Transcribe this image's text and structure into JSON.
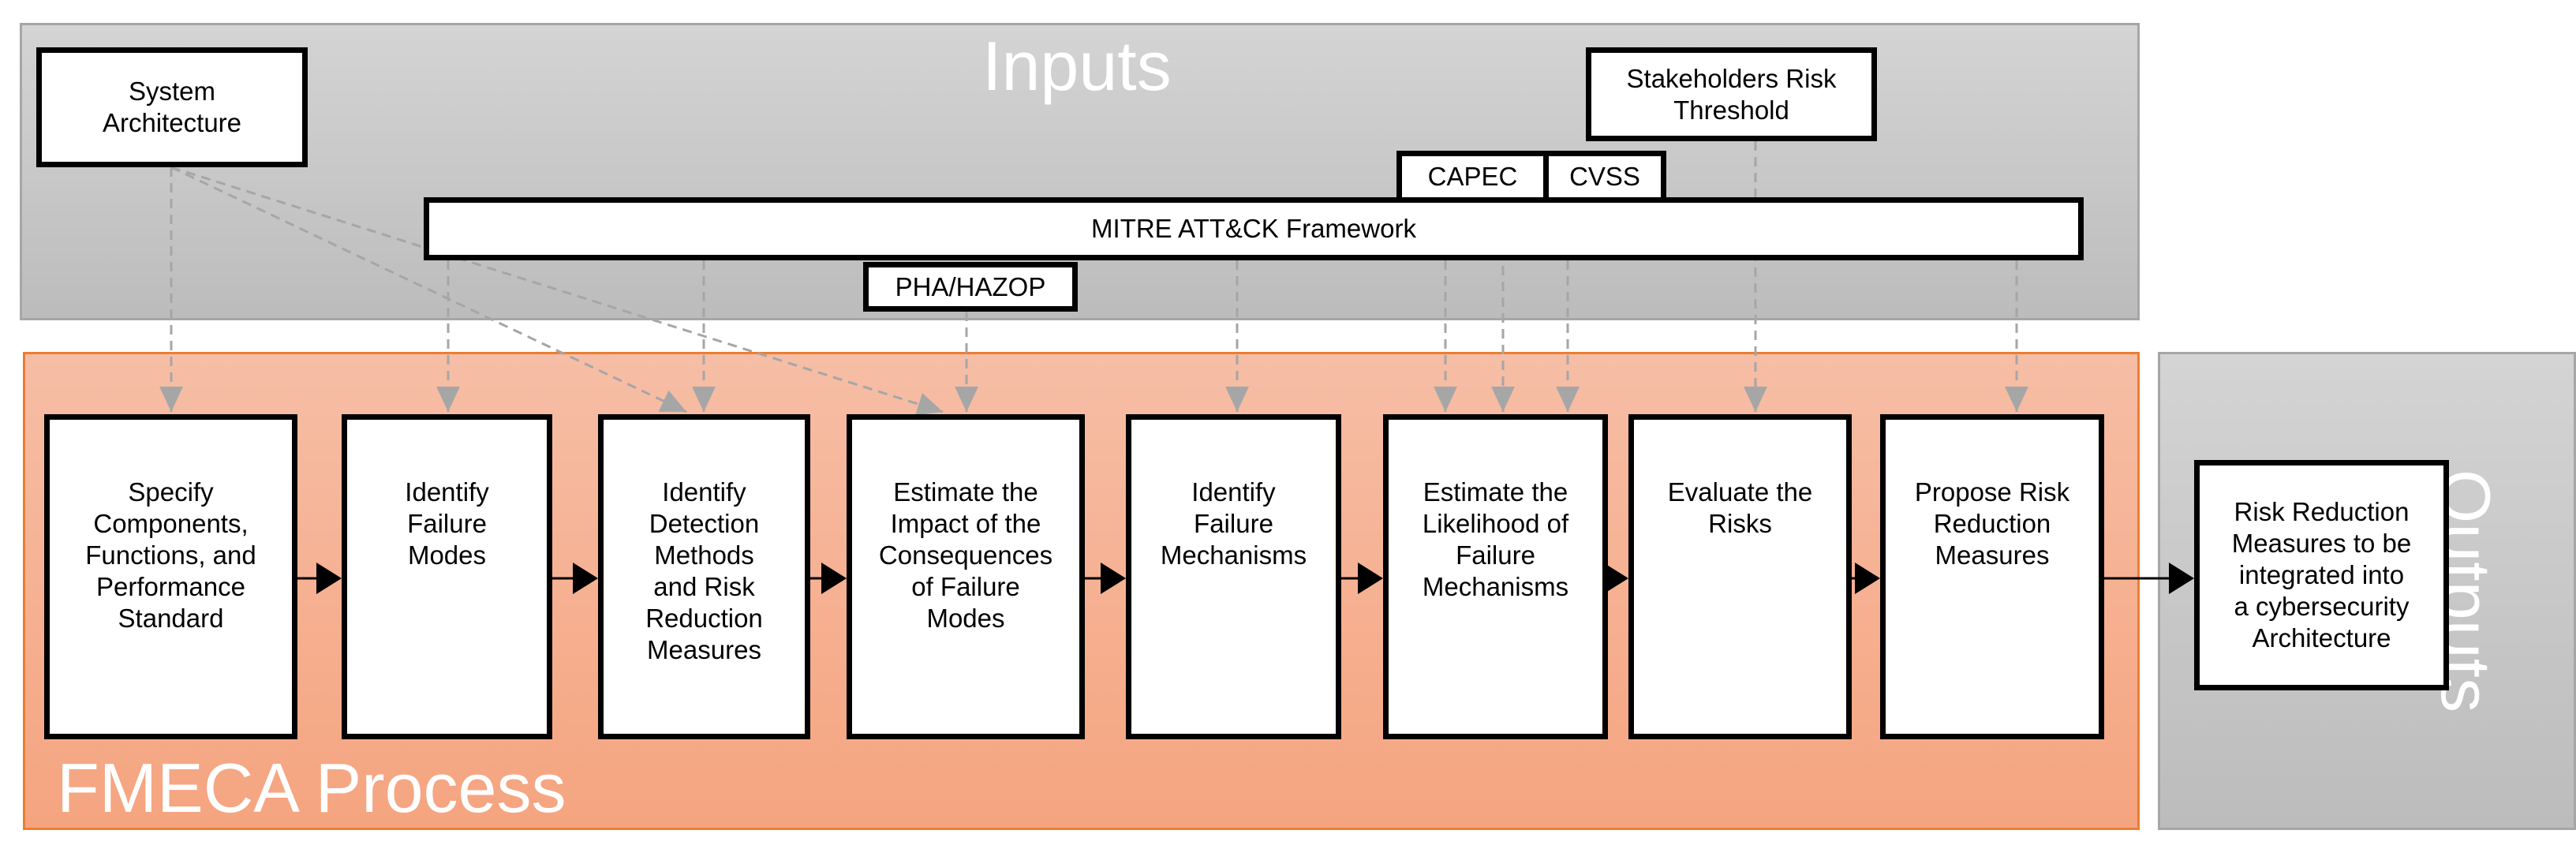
{
  "inputs": {
    "title": "Inputs",
    "system_architecture": "System\nArchitecture",
    "stakeholders_risk_threshold": "Stakeholders Risk\nThreshold",
    "capec": "CAPEC",
    "cvss": "CVSS",
    "mitre": "MITRE ATT&CK Framework",
    "pha_hazop": "PHA/HAZOP"
  },
  "process": {
    "title": "FMECA Process",
    "steps": [
      "Specify\nComponents,\nFunctions, and\nPerformance\nStandard",
      "Identify\nFailure\nModes",
      "Identify\nDetection\nMethods\nand Risk\nReduction\nMeasures",
      "Estimate the\nImpact of the\nConsequences\nof Failure\nModes",
      "Identify\nFailure\nMechanisms",
      "Estimate the\nLikelihood of\nFailure\nMechanisms",
      "Evaluate the\nRisks",
      "Propose Risk\nReduction\nMeasures"
    ]
  },
  "outputs": {
    "title": "Outputs",
    "result": "Risk Reduction\nMeasures to be\nintegrated into\na cybersecurity\nArchitecture"
  },
  "colors": {
    "inputs_fill": "#c8c8c8",
    "process_fill": "#f5b191",
    "process_border": "#ed7d31",
    "dashed_arrow": "#a6a6a6",
    "box_border": "#000000"
  }
}
